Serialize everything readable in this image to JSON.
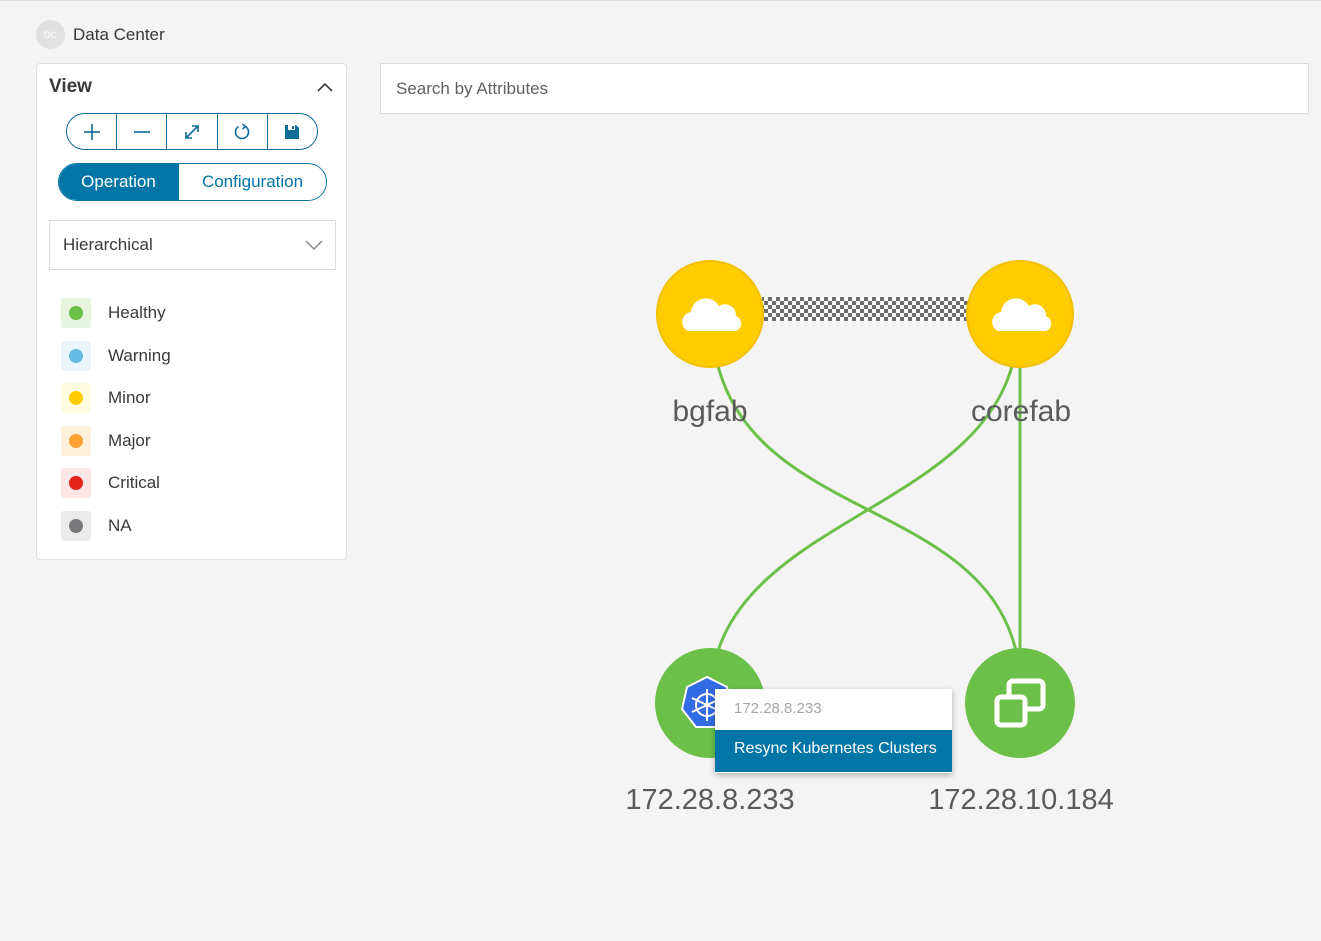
{
  "breadcrumb": {
    "avatar_initials": "DC",
    "title": "Data Center"
  },
  "view_panel": {
    "title": "View",
    "toolbar": [
      {
        "name": "zoom-in",
        "icon": "plus-icon"
      },
      {
        "name": "zoom-out",
        "icon": "minus-icon"
      },
      {
        "name": "fit-to-screen",
        "icon": "expand-arrows-icon"
      },
      {
        "name": "refresh",
        "icon": "refresh-icon"
      },
      {
        "name": "save-layout",
        "icon": "save-icon"
      }
    ],
    "mode_toggle": {
      "active": "Operation",
      "inactive": "Configuration"
    },
    "layout_select": {
      "value": "Hierarchical"
    },
    "legend": [
      {
        "label": "Healthy",
        "color": "#6cc04a",
        "bg": "#e6f4e0"
      },
      {
        "label": "Warning",
        "color": "#64bbe3",
        "bg": "#e9f6fc"
      },
      {
        "label": "Minor",
        "color": "#ffcc00",
        "bg": "#fffbe0"
      },
      {
        "label": "Major",
        "color": "#ffa133",
        "bg": "#fff0dc"
      },
      {
        "label": "Critical",
        "color": "#e2231a",
        "bg": "#fde6e6"
      },
      {
        "label": "NA",
        "color": "#79797b",
        "bg": "#ebebeb"
      }
    ]
  },
  "search": {
    "placeholder": "Search by Attributes"
  },
  "topology": {
    "nodes": {
      "bgfab": {
        "label": "bgfab",
        "status": "Minor",
        "icon": "cloud-icon"
      },
      "corefab": {
        "label": "corefab",
        "status": "Minor",
        "icon": "cloud-icon"
      },
      "k8s": {
        "label": "172.28.8.233",
        "status": "Healthy",
        "icon": "kubernetes-icon"
      },
      "vcenter": {
        "label": "172.28.10.184",
        "status": "Healthy",
        "icon": "vmware-icon"
      }
    },
    "context_menu": {
      "header": "172.28.8.233",
      "item": "Resync Kubernetes Clusters"
    }
  }
}
